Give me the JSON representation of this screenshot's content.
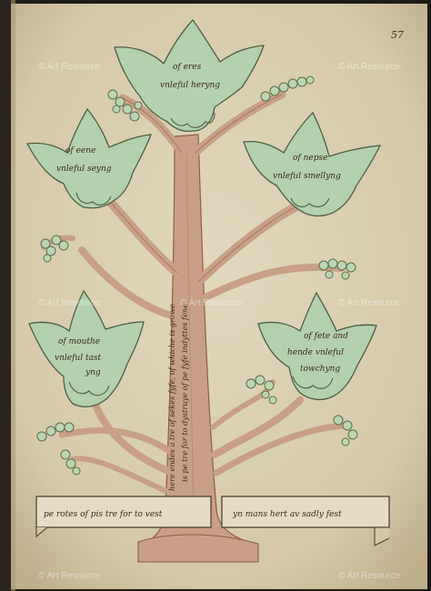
{
  "folio_number": "57",
  "watermarks": [
    "© Art Resource",
    "© Art Resource",
    "© Art Resource",
    "© Art Resource",
    "© Art Resource",
    "© Art Resource",
    "© Art Resource"
  ],
  "leaves": {
    "top": [
      "of eres",
      "vnleful heryng"
    ],
    "upper_left": [
      "of eene",
      "vnleful seyng"
    ],
    "upper_right": [
      "of nepse",
      "vnleful smellyng"
    ],
    "lower_left": [
      "of mouthe",
      "vnleful tast",
      "yng"
    ],
    "lower_right": [
      "of fete and",
      "hende vnleful",
      "towchyng"
    ]
  },
  "trunk_text": [
    "here endes a tre of sekes fyfe, of whiche is growe",
    "is pe tre for to dystruye of pe fyfe indyttes fene"
  ],
  "scroll": {
    "left": "pe rotes of pis tre for to vest",
    "right": "yn mans hert av sadly fest"
  },
  "colors": {
    "parchment": "#d9cdb1",
    "leaf_fill": "#b4d1ad",
    "bark": "#c9a085",
    "ink": "#3a2a1a"
  }
}
